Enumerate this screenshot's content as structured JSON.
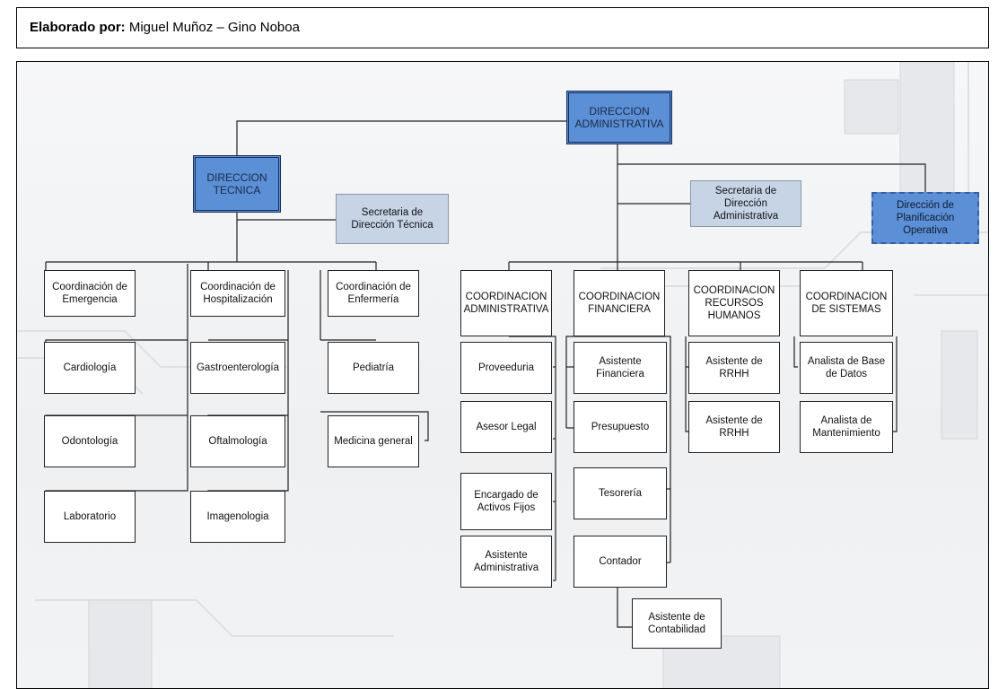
{
  "header": {
    "label": "Elaborado por:",
    "authors": "Miguel Muñoz – Gino Noboa"
  },
  "org": {
    "direccion_administrativa": "DIRECCION ADMINISTRATIVA",
    "direccion_tecnica": "DIRECCION TECNICA",
    "secretaria_tecnica": "Secretaria de Dirección Técnica",
    "secretaria_administrativa": "Secretaria de Dirección Administrativa",
    "planificacion": "Dirección de Planificación Operativa",
    "coord_emergencia": "Coordinación de Emergencia",
    "coord_hospitalizacion": "Coordinación de Hospitalización",
    "coord_enfermeria": "Coordinación de Enfermería",
    "cardiologia": "Cardiología",
    "gastroenterologia": "Gastroenterología",
    "pediatria": "Pediatría",
    "odontologia": "Odontología",
    "oftalmologia": "Oftalmología",
    "medicina_general": "Medicina general",
    "laboratorio": "Laboratorio",
    "imagenologia": "Imagenologia",
    "coord_administrativa": "COORDINACION ADMINISTRATIVA",
    "coord_financiera": "COORDINACION FINANCIERA",
    "coord_rrhh": "COORDINACION RECURSOS HUMANOS",
    "coord_sistemas": "COORDINACION DE SISTEMAS",
    "proveeduria": "Proveeduria",
    "asesor_legal": "Asesor Legal",
    "activos_fijos": "Encargado de Activos Fijos",
    "asistente_administrativa": "Asistente Administrativa",
    "asistente_financiera": "Asistente Financiera",
    "presupuesto": "Presupuesto",
    "tesoreria": "Tesorería",
    "contador": "Contador",
    "asistente_contabilidad": "Asistente de Contabilidad",
    "asistente_rrhh_1": "Asistente de RRHH",
    "asistente_rrhh_2": "Asistente de RRHH",
    "analista_bd": "Analista de Base de Datos",
    "analista_mantenimiento": "Analista de Mantenimiento"
  },
  "colors": {
    "director": "#5b8fd6",
    "secretary": "#c6d4e6",
    "line": "#222222"
  }
}
